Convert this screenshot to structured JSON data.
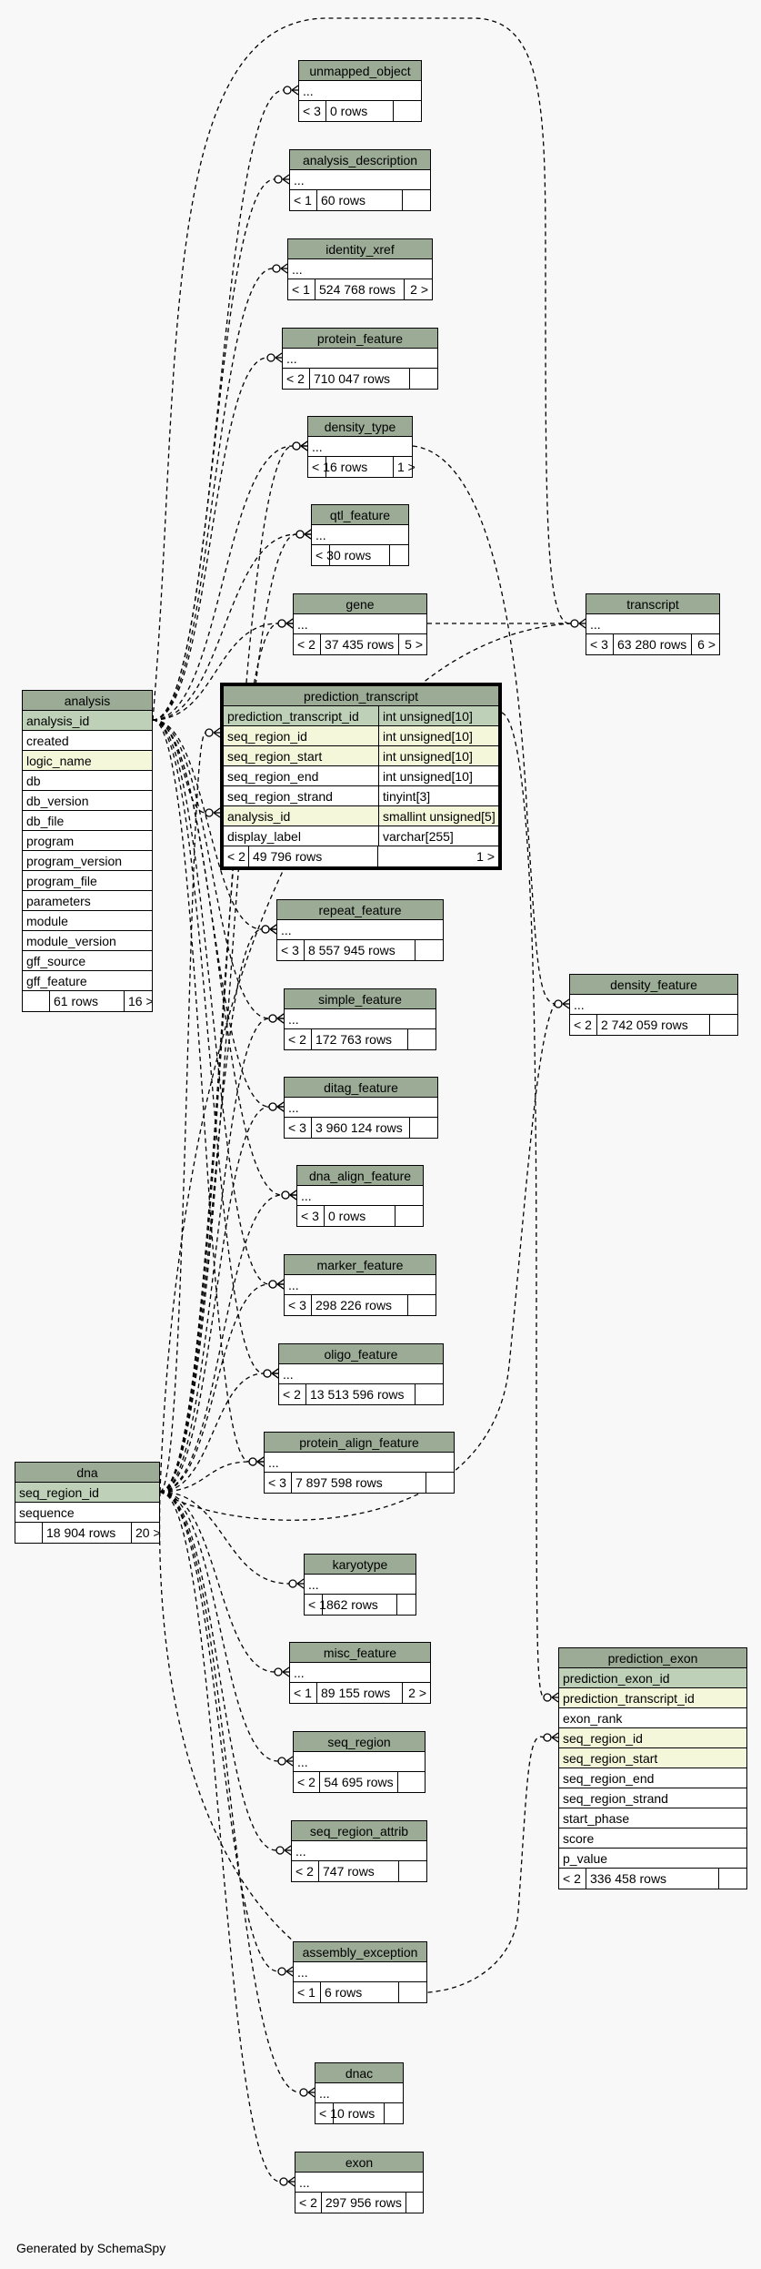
{
  "caption": "Generated by SchemaSpy",
  "tables": [
    {
      "id": "unmapped_object",
      "name": "unmapped_object",
      "columns": [
        {
          "name": "..."
        }
      ],
      "footer": [
        "< 3",
        "0 rows",
        ""
      ]
    },
    {
      "id": "analysis_description",
      "name": "analysis_description",
      "columns": [
        {
          "name": "..."
        }
      ],
      "footer": [
        "< 1",
        "60 rows",
        ""
      ]
    },
    {
      "id": "identity_xref",
      "name": "identity_xref",
      "columns": [
        {
          "name": "..."
        }
      ],
      "footer": [
        "< 1",
        "524 768 rows",
        "2 >"
      ]
    },
    {
      "id": "protein_feature",
      "name": "protein_feature",
      "columns": [
        {
          "name": "..."
        }
      ],
      "footer": [
        "< 2",
        "710 047 rows",
        ""
      ]
    },
    {
      "id": "density_type",
      "name": "density_type",
      "columns": [
        {
          "name": "..."
        }
      ],
      "footer": [
        "< 1",
        "6 rows",
        "1 >"
      ]
    },
    {
      "id": "qtl_feature",
      "name": "qtl_feature",
      "columns": [
        {
          "name": "..."
        }
      ],
      "footer": [
        "< 3",
        "0 rows",
        ""
      ]
    },
    {
      "id": "gene",
      "name": "gene",
      "columns": [
        {
          "name": "..."
        }
      ],
      "footer": [
        "< 2",
        "37 435 rows",
        "5 >"
      ]
    },
    {
      "id": "transcript",
      "name": "transcript",
      "columns": [
        {
          "name": "..."
        }
      ],
      "footer": [
        "< 3",
        "63 280 rows",
        "6 >"
      ]
    },
    {
      "id": "analysis",
      "name": "analysis",
      "columns": [
        {
          "name": "analysis_id",
          "key": "pk"
        },
        {
          "name": "created"
        },
        {
          "name": "logic_name",
          "key": "fk"
        },
        {
          "name": "db"
        },
        {
          "name": "db_version"
        },
        {
          "name": "db_file"
        },
        {
          "name": "program"
        },
        {
          "name": "program_version"
        },
        {
          "name": "program_file"
        },
        {
          "name": "parameters"
        },
        {
          "name": "module"
        },
        {
          "name": "module_version"
        },
        {
          "name": "gff_source"
        },
        {
          "name": "gff_feature"
        }
      ],
      "footer": [
        "",
        "61 rows",
        "16 >"
      ]
    },
    {
      "id": "prediction_transcript",
      "name": "prediction_transcript",
      "focus": true,
      "columns": [
        {
          "name": "prediction_transcript_id",
          "type": "int unsigned[10]",
          "key": "pk"
        },
        {
          "name": "seq_region_id",
          "type": "int unsigned[10]",
          "key": "fk"
        },
        {
          "name": "seq_region_start",
          "type": "int unsigned[10]",
          "key": "fk"
        },
        {
          "name": "seq_region_end",
          "type": "int unsigned[10]"
        },
        {
          "name": "seq_region_strand",
          "type": "tinyint[3]"
        },
        {
          "name": "analysis_id",
          "type": "smallint unsigned[5]",
          "key": "fk"
        },
        {
          "name": "display_label",
          "type": "varchar[255]"
        }
      ],
      "footer": [
        "< 2",
        "49 796 rows",
        "1 >"
      ]
    },
    {
      "id": "repeat_feature",
      "name": "repeat_feature",
      "columns": [
        {
          "name": "..."
        }
      ],
      "footer": [
        "< 3",
        "8 557 945 rows",
        ""
      ]
    },
    {
      "id": "density_feature",
      "name": "density_feature",
      "columns": [
        {
          "name": "..."
        }
      ],
      "footer": [
        "< 2",
        "2 742 059 rows",
        ""
      ]
    },
    {
      "id": "simple_feature",
      "name": "simple_feature",
      "columns": [
        {
          "name": "..."
        }
      ],
      "footer": [
        "< 2",
        "172 763 rows",
        ""
      ]
    },
    {
      "id": "ditag_feature",
      "name": "ditag_feature",
      "columns": [
        {
          "name": "..."
        }
      ],
      "footer": [
        "< 3",
        "3 960 124 rows",
        ""
      ]
    },
    {
      "id": "dna_align_feature",
      "name": "dna_align_feature",
      "columns": [
        {
          "name": "..."
        }
      ],
      "footer": [
        "< 3",
        "0 rows",
        ""
      ]
    },
    {
      "id": "marker_feature",
      "name": "marker_feature",
      "columns": [
        {
          "name": "..."
        }
      ],
      "footer": [
        "< 3",
        "298 226 rows",
        ""
      ]
    },
    {
      "id": "oligo_feature",
      "name": "oligo_feature",
      "columns": [
        {
          "name": "..."
        }
      ],
      "footer": [
        "< 2",
        "13 513 596 rows",
        ""
      ]
    },
    {
      "id": "dna",
      "name": "dna",
      "columns": [
        {
          "name": "seq_region_id",
          "key": "pk"
        },
        {
          "name": "sequence"
        }
      ],
      "footer": [
        "",
        "18 904 rows",
        "20 >"
      ]
    },
    {
      "id": "protein_align_feature",
      "name": "protein_align_feature",
      "columns": [
        {
          "name": "..."
        }
      ],
      "footer": [
        "< 3",
        "7 897 598 rows",
        ""
      ]
    },
    {
      "id": "karyotype",
      "name": "karyotype",
      "columns": [
        {
          "name": "..."
        }
      ],
      "footer": [
        "< 1",
        "862 rows",
        ""
      ]
    },
    {
      "id": "misc_feature",
      "name": "misc_feature",
      "columns": [
        {
          "name": "..."
        }
      ],
      "footer": [
        "< 1",
        "89 155 rows",
        "2 >"
      ]
    },
    {
      "id": "prediction_exon",
      "name": "prediction_exon",
      "columns": [
        {
          "name": "prediction_exon_id",
          "key": "pk"
        },
        {
          "name": "prediction_transcript_id",
          "key": "fk"
        },
        {
          "name": "exon_rank"
        },
        {
          "name": "seq_region_id",
          "key": "fk"
        },
        {
          "name": "seq_region_start",
          "key": "fk"
        },
        {
          "name": "seq_region_end"
        },
        {
          "name": "seq_region_strand"
        },
        {
          "name": "start_phase"
        },
        {
          "name": "score"
        },
        {
          "name": "p_value"
        }
      ],
      "footer": [
        "< 2",
        "336 458 rows",
        ""
      ]
    },
    {
      "id": "seq_region",
      "name": "seq_region",
      "columns": [
        {
          "name": "..."
        }
      ],
      "footer": [
        "< 2",
        "54 695 rows",
        ""
      ]
    },
    {
      "id": "seq_region_attrib",
      "name": "seq_region_attrib",
      "columns": [
        {
          "name": "..."
        }
      ],
      "footer": [
        "< 2",
        "747 rows",
        ""
      ]
    },
    {
      "id": "assembly_exception",
      "name": "assembly_exception",
      "columns": [
        {
          "name": "..."
        }
      ],
      "footer": [
        "< 1",
        "6 rows",
        ""
      ]
    },
    {
      "id": "dnac",
      "name": "dnac",
      "columns": [
        {
          "name": "..."
        }
      ],
      "footer": [
        "< 1",
        "0 rows",
        ""
      ]
    },
    {
      "id": "exon",
      "name": "exon",
      "columns": [
        {
          "name": "..."
        }
      ],
      "footer": [
        "< 2",
        "297 956 rows",
        ""
      ]
    }
  ]
}
